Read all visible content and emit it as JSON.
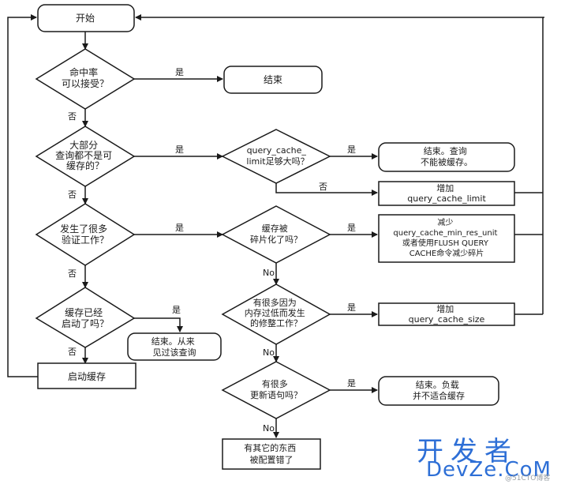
{
  "nodes": {
    "start": [
      "开始"
    ],
    "d_hit": [
      "命中率",
      "可以接受？"
    ],
    "end1": [
      "结束"
    ],
    "d_cacheable": [
      "大部分",
      "查询都不是可",
      "缓存的？"
    ],
    "d_limit": [
      "query_cache_",
      "limit足够大吗？"
    ],
    "end_noncache": [
      "结束。查询",
      "不能被缓存。"
    ],
    "inc_limit": [
      "增加",
      "query_cache_limit"
    ],
    "d_invalidate": [
      "发生了很多",
      "验证工作？"
    ],
    "d_fragment": [
      "缓存被",
      "碎片化了吗？"
    ],
    "reduce": [
      "减少",
      "query_cache_min_res_unit",
      "或者使用FLUSH QUERY",
      "CACHE命令减少碎片"
    ],
    "d_enabled": [
      "缓存已经",
      "启动了吗？"
    ],
    "end_never": [
      "结束。从来",
      "见过该查询"
    ],
    "d_lowmem": [
      "有很多因为",
      "内存过低而发生",
      "的修整工作？"
    ],
    "inc_size": [
      "增加",
      "query_cache_size"
    ],
    "enable": [
      "启动缓存"
    ],
    "d_updates": [
      "有很多",
      "更新语句吗？"
    ],
    "end_load": [
      "结束。负载",
      "并不适合缓存"
    ],
    "misconfig": [
      "有其它的东西",
      "被配置错了"
    ]
  },
  "edge_labels": {
    "hit_yes": "是",
    "hit_no": "否",
    "cacheable_yes": "是",
    "cacheable_no": "否",
    "limit_yes": "是",
    "limit_no": "否",
    "inval_yes": "是",
    "inval_no": "否",
    "frag_yes": "是",
    "frag_no": "No",
    "enabled_yes": "是",
    "enabled_no": "否",
    "lowmem_yes": "是",
    "lowmem_no": "No",
    "updates_yes": "是",
    "updates_no": "No"
  },
  "watermark": {
    "cn": "开发者",
    "en": "DevZe.CoM",
    "small": "@51CTO博客"
  }
}
